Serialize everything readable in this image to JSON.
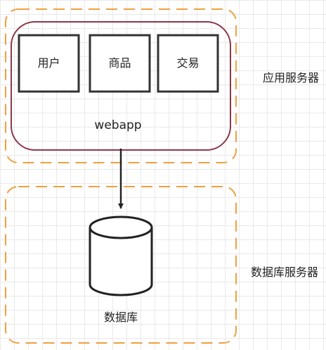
{
  "app_server": {
    "label": "应用服务器",
    "webapp_label": "webapp",
    "modules": [
      "用户",
      "商品",
      "交易"
    ]
  },
  "db_server": {
    "label": "数据库服务器",
    "database_label": "数据库"
  },
  "colors": {
    "group_border": "#f0a040",
    "webapp_border": "#8a3a4a",
    "module_border": "#333333",
    "arrow": "#222222",
    "grid": "#e9e9e9"
  }
}
